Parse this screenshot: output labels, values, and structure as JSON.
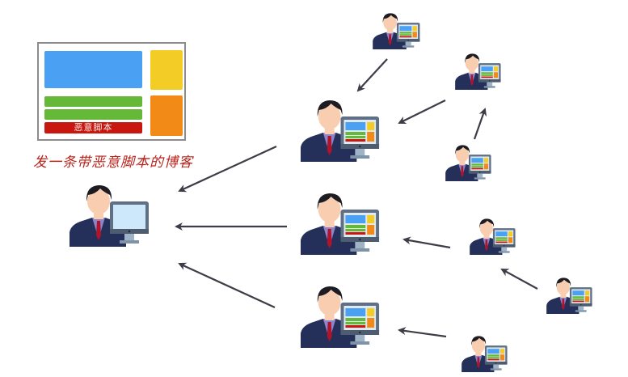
{
  "diagram": {
    "blog_post": {
      "malicious_script_label": "恶意脚本",
      "caption": "发一条带恶意脚本的博客",
      "colors": {
        "content_blue": "#4aa0f3",
        "sidebar_yellow": "#f4cc26",
        "content_green": "#66b838",
        "script_red": "#c8170f",
        "sidebar_orange": "#f28a18",
        "caption_red": "#b8231b"
      }
    },
    "nodes": [
      {
        "id": "attacker",
        "role": "attacker",
        "screen": "blank"
      },
      {
        "id": "victim-1",
        "role": "victim",
        "screen": "blog"
      },
      {
        "id": "victim-2",
        "role": "victim",
        "screen": "blog"
      },
      {
        "id": "victim-3",
        "role": "victim",
        "screen": "blog"
      },
      {
        "id": "victim-1a",
        "role": "victim",
        "screen": "blog"
      },
      {
        "id": "victim-1b",
        "role": "victim",
        "screen": "blog"
      },
      {
        "id": "victim-1c",
        "role": "victim",
        "screen": "blog"
      },
      {
        "id": "victim-2a",
        "role": "victim",
        "screen": "blog"
      },
      {
        "id": "victim-2b",
        "role": "victim",
        "screen": "blog"
      },
      {
        "id": "victim-3a",
        "role": "victim",
        "screen": "blog"
      }
    ],
    "edges": [
      {
        "from": "victim-1",
        "to": "attacker"
      },
      {
        "from": "victim-2",
        "to": "attacker"
      },
      {
        "from": "victim-3",
        "to": "attacker"
      },
      {
        "from": "victim-1a",
        "to": "victim-1"
      },
      {
        "from": "victim-1b",
        "to": "victim-1"
      },
      {
        "from": "victim-1c",
        "to": "victim-1b"
      },
      {
        "from": "victim-2a",
        "to": "victim-2"
      },
      {
        "from": "victim-2b",
        "to": "victim-2a"
      },
      {
        "from": "victim-3a",
        "to": "victim-3"
      }
    ],
    "colors": {
      "arrow": "#3c3d47",
      "suit": "#25305a",
      "shirt": "#8f83c9",
      "tie": "#b0142a",
      "hair": "#1c1c22",
      "skin": "#f8cdb0",
      "monitor_frame": "#5f6f86",
      "monitor_blank_screen": "#cde7fb"
    }
  }
}
